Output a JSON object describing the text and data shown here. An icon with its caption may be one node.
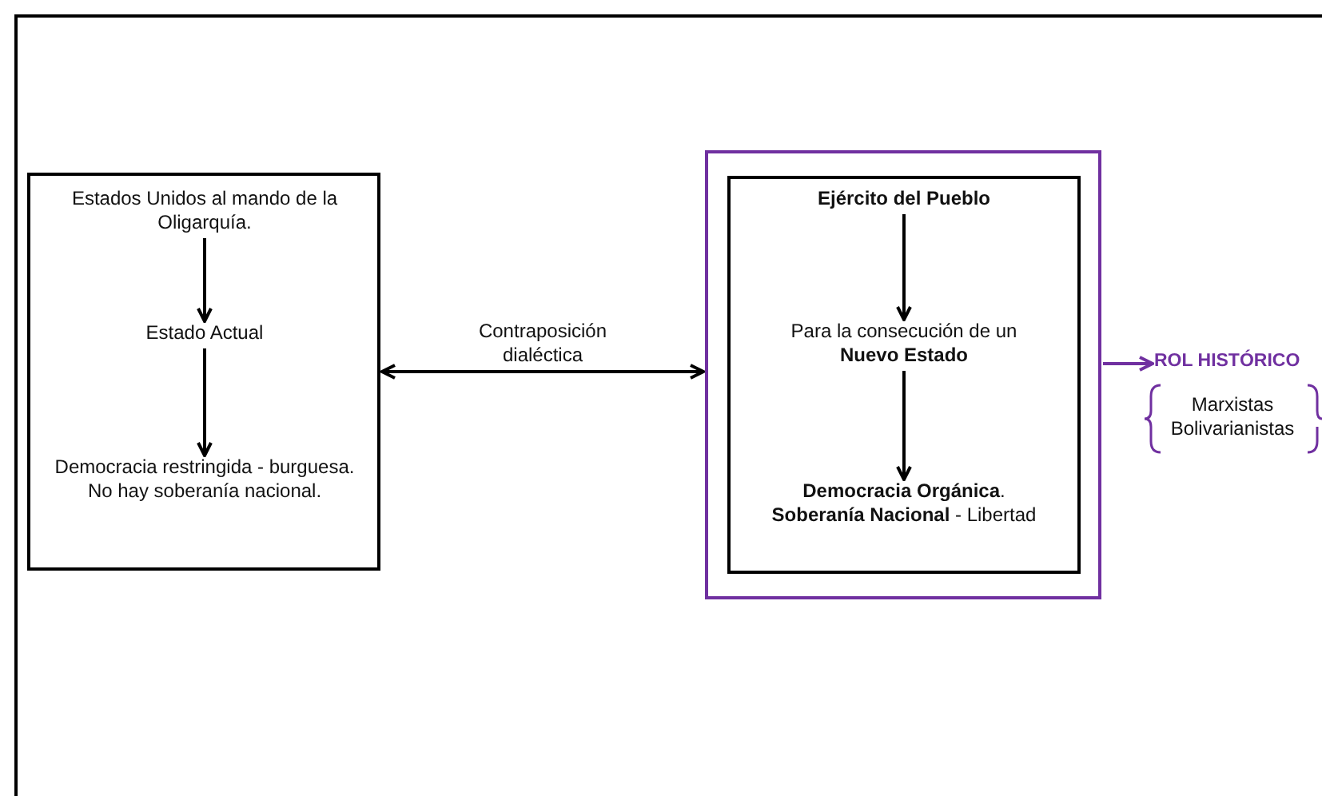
{
  "diagram": {
    "nodes": [
      {
        "text": [],
        "shape": "box"
      },
      {
        "text": [
          "Estados Unidos al mando de la Oligarquía."
        ],
        "in": 0
      },
      {
        "text": [
          "Estado Actual"
        ],
        "in": 0
      },
      {
        "text": [
          "Democracia restringida - burguesa. No hay soberanía nacional."
        ],
        "in": 0
      },
      {
        "text": [],
        "shape": "box"
      },
      {
        "text": [],
        "shape": "box",
        "in": 4
      },
      {
        "text": [
          "Ejército del Pueblo"
        ],
        "in": 5
      },
      {
        "text": [
          "Para la consecución de un **Nuevo Estado**"
        ],
        "in": 5
      },
      {
        "text": [
          "**Democracia Orgánica**. **Soberanía Nacional** - Libertad"
        ],
        "in": 5
      },
      {
        "text": [
          "ROL HISTÓRICO"
        ]
      }
    ],
    "edges": [
      {
        "from": 1,
        "to": 2,
        "arrow": "to"
      },
      {
        "from": 2,
        "to": 3,
        "arrow": "to"
      },
      {
        "from": 6,
        "to": 7,
        "arrow": "to"
      },
      {
        "from": 7,
        "to": 8,
        "arrow": "to"
      },
      {
        "from": 0,
        "to": 4,
        "arrow": "both",
        "label": "Contraposición dialéctica"
      },
      {
        "from": 4,
        "to": 9,
        "arrow": "to",
        "color": "#7030a0"
      }
    ],
    "labels": [
      "Marxistas Bolivarianistas"
    ]
  }
}
